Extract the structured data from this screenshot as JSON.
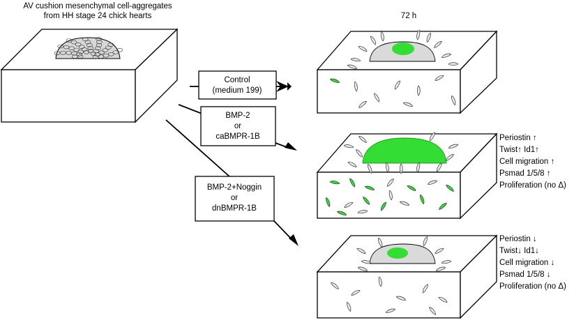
{
  "title_line1": "AV cushion mesenchymal cell-aggregates",
  "title_line2": "from HH stage 24 chick hearts",
  "time_label": "72 h",
  "conditions": [
    {
      "lines": [
        "Control",
        "(medium 199)"
      ]
    },
    {
      "lines": [
        "BMP-2",
        "or",
        "caBMPR-1B"
      ]
    },
    {
      "lines": [
        "BMP-2+Noggin",
        "or",
        "dnBMPR-1B"
      ]
    }
  ],
  "results_up": [
    "Periostin ↑",
    "Twist↑ Id1↑",
    "Cell migration ↑",
    "Psmad 1/5/8 ↑",
    "Proliferation (no Δ)"
  ],
  "results_down": [
    "Periostin ↓",
    "Twist↓ Id1↓",
    "Cell migration ↓",
    "Psmad 1/5/8 ↓",
    "Proliferation (no Δ)"
  ],
  "colors": {
    "green": "#33dd33",
    "cell_fill": "#e8e8e8",
    "stroke": "#000000"
  }
}
